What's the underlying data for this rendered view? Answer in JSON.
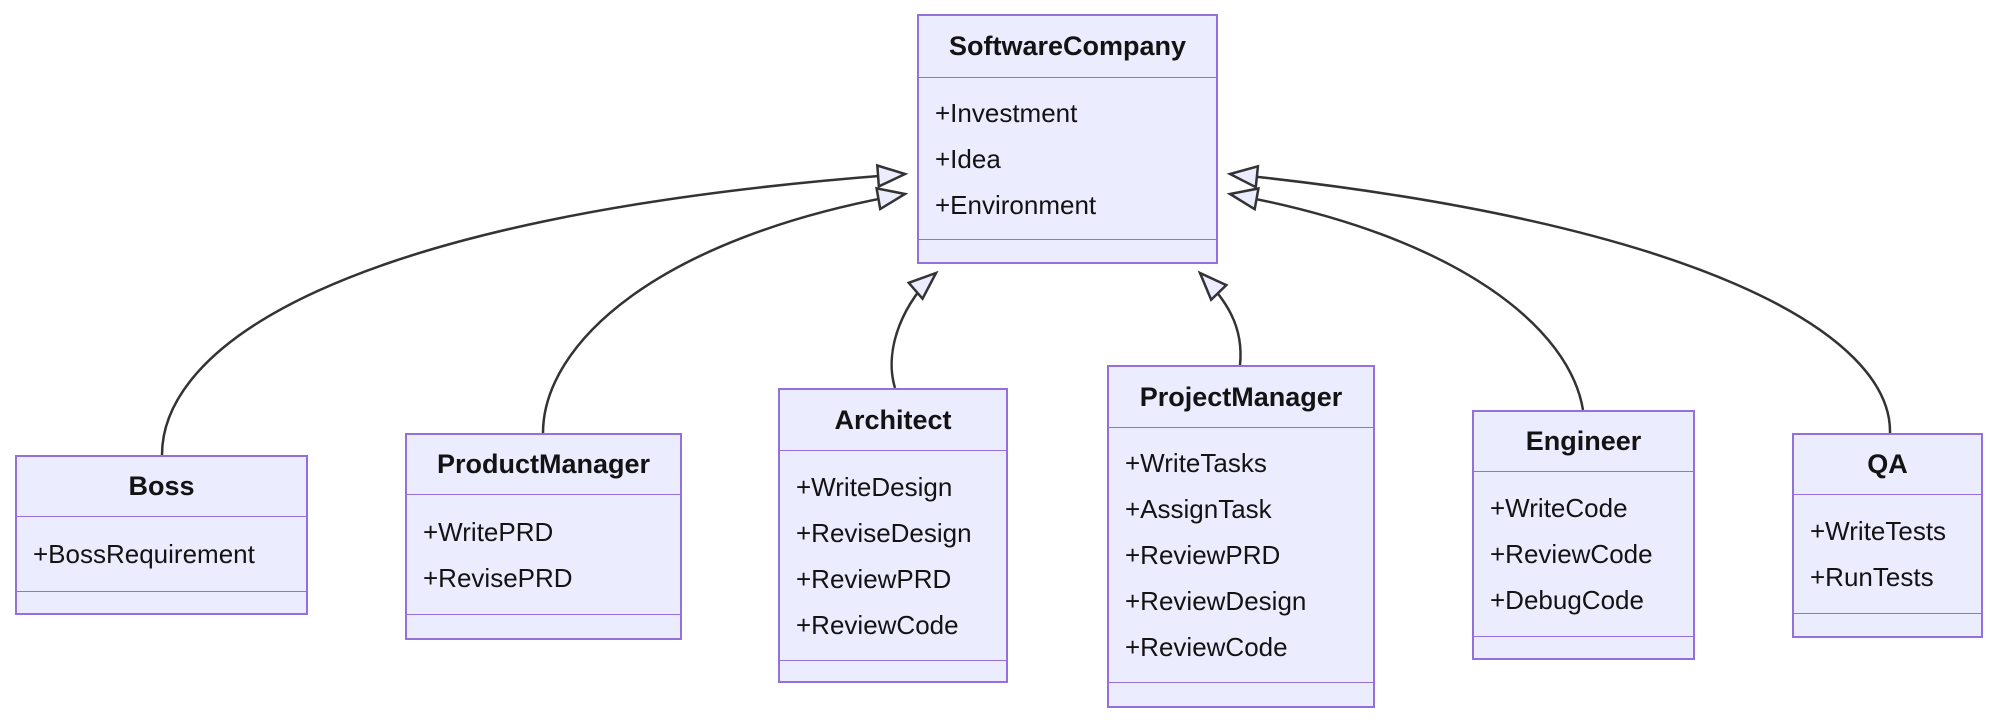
{
  "diagram": {
    "type": "uml-class-diagram",
    "colors": {
      "node_fill": "#ECECFF",
      "node_border": "#9370DB",
      "relation_line": "#333333",
      "text": "#131313",
      "background": "#ffffff"
    },
    "classes": [
      {
        "title": "SoftwareCompany",
        "attributes": [
          "+Investment",
          "+Idea",
          "+Environment"
        ],
        "methods": []
      },
      {
        "title": "Boss",
        "attributes": [
          "+BossRequirement"
        ],
        "methods": []
      },
      {
        "title": "ProductManager",
        "attributes": [
          "+WritePRD",
          "+RevisePRD"
        ],
        "methods": []
      },
      {
        "title": "Architect",
        "attributes": [
          "+WriteDesign",
          "+ReviseDesign",
          "+ReviewPRD",
          "+ReviewCode"
        ],
        "methods": []
      },
      {
        "title": "ProjectManager",
        "attributes": [
          "+WriteTasks",
          "+AssignTask",
          "+ReviewPRD",
          "+ReviewDesign",
          "+ReviewCode"
        ],
        "methods": []
      },
      {
        "title": "Engineer",
        "attributes": [
          "+WriteCode",
          "+ReviewCode",
          "+DebugCode"
        ],
        "methods": []
      },
      {
        "title": "QA",
        "attributes": [
          "+WriteTests",
          "+RunTests"
        ],
        "methods": []
      }
    ],
    "relationships": [
      {
        "from": "Boss",
        "to": "SoftwareCompany",
        "type": "inheritance",
        "arrow_style": "hollow-triangle"
      },
      {
        "from": "ProductManager",
        "to": "SoftwareCompany",
        "type": "inheritance",
        "arrow_style": "hollow-triangle"
      },
      {
        "from": "Architect",
        "to": "SoftwareCompany",
        "type": "inheritance",
        "arrow_style": "hollow-triangle"
      },
      {
        "from": "ProjectManager",
        "to": "SoftwareCompany",
        "type": "inheritance",
        "arrow_style": "hollow-triangle"
      },
      {
        "from": "Engineer",
        "to": "SoftwareCompany",
        "type": "inheritance",
        "arrow_style": "hollow-triangle"
      },
      {
        "from": "QA",
        "to": "SoftwareCompany",
        "type": "inheritance",
        "arrow_style": "hollow-triangle"
      }
    ]
  }
}
